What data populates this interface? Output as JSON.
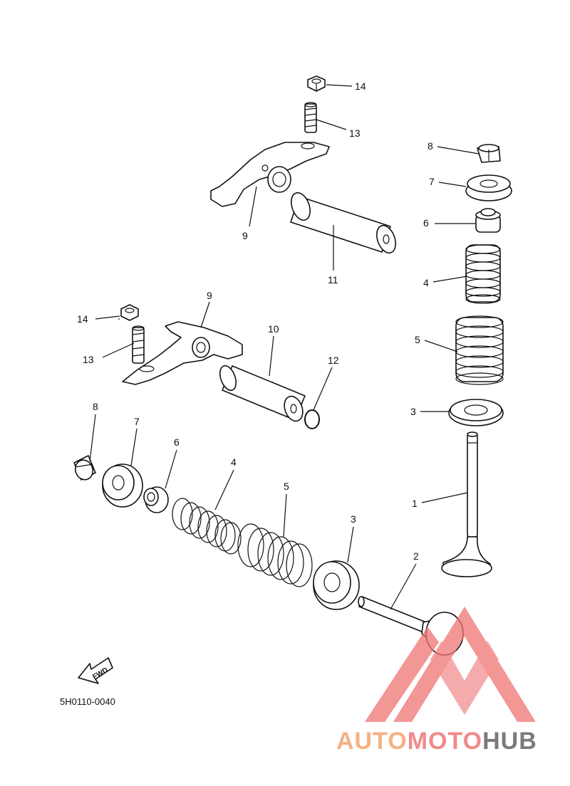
{
  "diagram": {
    "code": "5H0110-0040",
    "fwd_label": "FWD",
    "labels": [
      "14",
      "13",
      "9",
      "11",
      "8",
      "7",
      "6",
      "4",
      "5",
      "3",
      "1",
      "14",
      "9",
      "10",
      "12",
      "13",
      "8",
      "7",
      "6",
      "4",
      "5",
      "3",
      "2"
    ]
  },
  "watermark": {
    "part1": "AUTO",
    "part2": "MOTO",
    "part3": "HUB",
    "colors": {
      "auto": "#f4b183",
      "moto": "#f08a8a",
      "hub": "#7a7a7a",
      "logo": "#ef7373"
    }
  }
}
